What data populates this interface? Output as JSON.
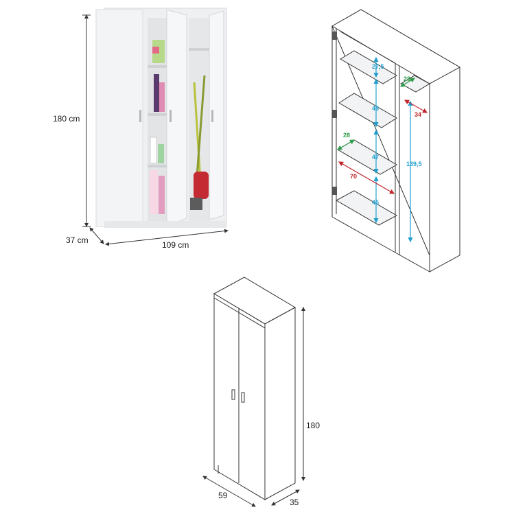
{
  "photo_panel": {
    "height_label": "180 cm",
    "depth_label": "37 cm",
    "width_label": "109 cm"
  },
  "interior_panel": {
    "shelf_gap_1": "27,5",
    "shelf_gap_2": "48",
    "shelf_gap_3": "47",
    "shelf_gap_4": "45",
    "left_shelf_depth": "28",
    "left_shelf_width": "70",
    "right_depth": "28",
    "right_width": "34",
    "right_height": "139,5"
  },
  "two_door_panel": {
    "height_label": "180",
    "width_label": "59",
    "depth_label": "35"
  },
  "colors": {
    "blue": "#1f9fcf",
    "green": "#2e9a4a",
    "red": "#c0252b",
    "line": "#333333",
    "panel": "#f4f5f6"
  }
}
